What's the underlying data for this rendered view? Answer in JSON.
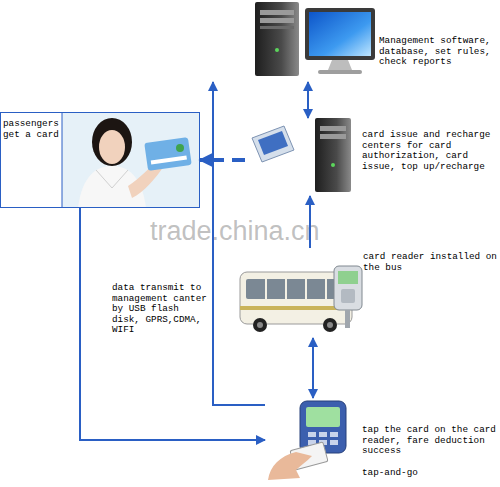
{
  "diagram": {
    "nodes": [
      {
        "text": [
          "Management software, database, set rules, check reports"
        ]
      },
      {
        "text": [
          "card issue and recharge centers for card authorization, card issue, top up/recharge"
        ]
      },
      {
        "text": [
          "passengers get a card"
        ]
      },
      {
        "text": [
          "card reader installed on the bus"
        ]
      },
      {
        "text": [
          "tap the card on the card reader, fare deduction success",
          "tap-and-go"
        ]
      }
    ],
    "edges": [
      {
        "from": 0,
        "to": 1,
        "arrow": "both"
      },
      {
        "from": 1,
        "to": 2,
        "arrow": "to"
      },
      {
        "from": 3,
        "to": 1,
        "arrow": "to"
      },
      {
        "from": 3,
        "to": 4,
        "arrow": "both"
      },
      {
        "from": 4,
        "to": 0,
        "arrow": "to",
        "label": "data transmit to management canter by USB flash disk, GPRS,CDMA, WIFI"
      },
      {
        "from": 2,
        "to": 4,
        "arrow": "to"
      }
    ],
    "labels": [
      "trade.china.cn"
    ]
  }
}
